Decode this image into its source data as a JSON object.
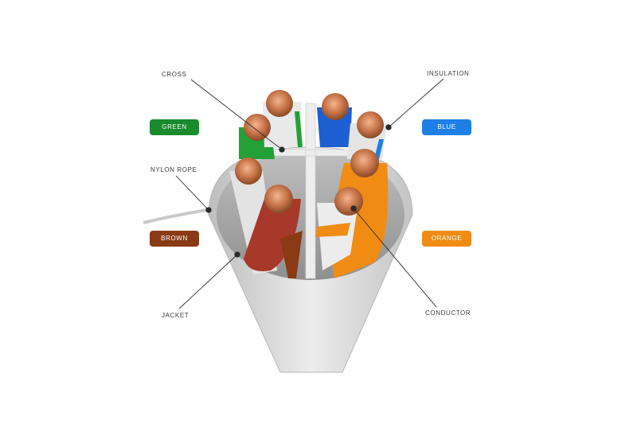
{
  "labels": {
    "cross": "CROSS",
    "insulation": "INSULATION",
    "nylon_rope": "NYLON ROPE",
    "jacket": "JACKET",
    "conductor": "CONDUCTOR"
  },
  "color_tags": {
    "green": {
      "text": "GREEN",
      "color": "#1a8a2e"
    },
    "blue": {
      "text": "BLUE",
      "color": "#1e7fe6"
    },
    "brown": {
      "text": "BROWN",
      "color": "#8a3a14"
    },
    "orange": {
      "text": "ORANGE",
      "color": "#f08c14"
    }
  },
  "colors": {
    "jacket": "#d8d8d8",
    "copper": "#c8764a",
    "leader_line": "#2a2a2a"
  }
}
